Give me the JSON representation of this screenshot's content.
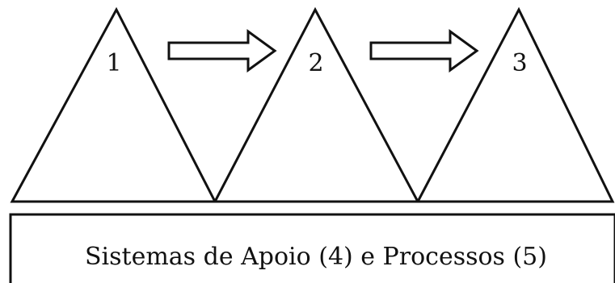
{
  "diagram": {
    "stages": [
      {
        "label": "1"
      },
      {
        "label": "2"
      },
      {
        "label": "3"
      }
    ],
    "base_box": {
      "label": "Sistemas de Apoio (4) e Processos (5)"
    },
    "colors": {
      "stroke": "#111111",
      "arrow_fill": "#ffffff",
      "background": "#ffffff"
    }
  }
}
